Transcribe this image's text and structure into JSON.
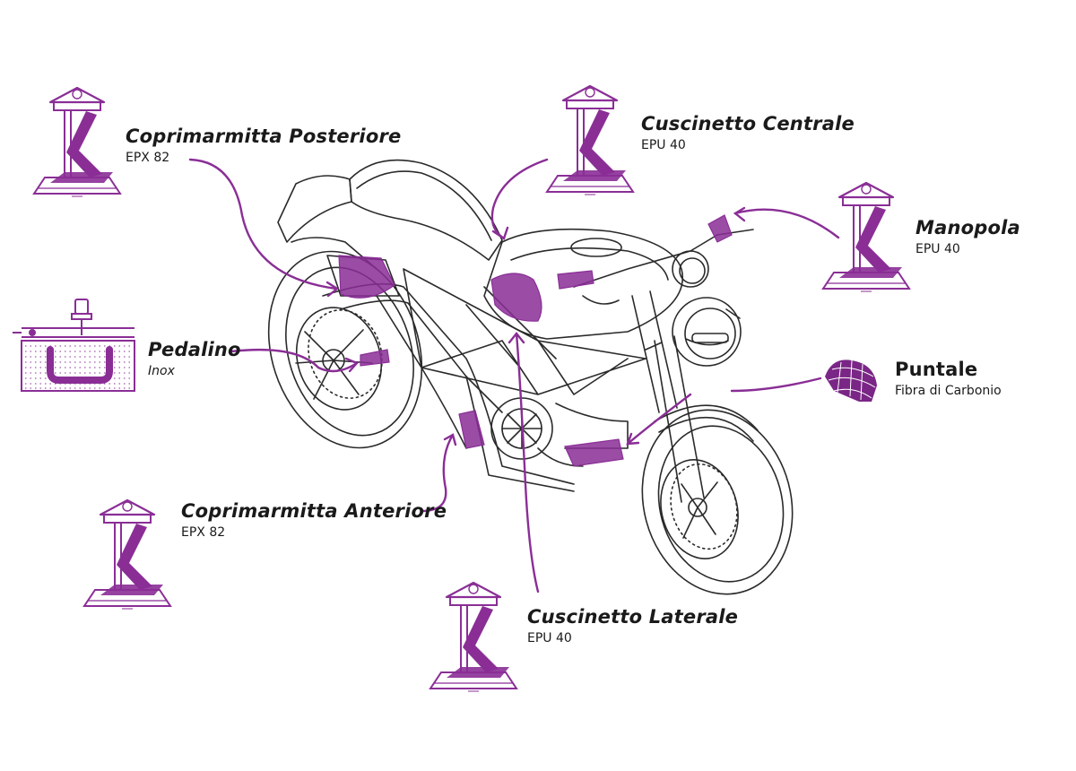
{
  "accent_color": "#8a2e96",
  "line_color": "#2a2a2a",
  "callouts": {
    "coprimarmitta_posteriore": {
      "title": "Coprimarmitta Posteriore",
      "material": "EPX 82",
      "icon": "printer-icon"
    },
    "cuscinetto_centrale": {
      "title": "Cuscinetto Centrale",
      "material": "EPU 40",
      "icon": "printer-icon"
    },
    "manopola": {
      "title": "Manopola",
      "material": "EPU 40",
      "icon": "printer-icon"
    },
    "pedalino": {
      "title": "Pedalino",
      "material": "Inox",
      "icon": "metal-printer-icon"
    },
    "puntale": {
      "title": "Puntale",
      "material": "Fibra di Carbonio",
      "icon": "carbon-shell-icon"
    },
    "coprimarmitta_anteriore": {
      "title": "Coprimarmitta Anteriore",
      "material": "EPX 82",
      "icon": "printer-icon"
    },
    "cuscinetto_laterale": {
      "title": "Cuscinetto Laterale",
      "material": "EPU 40",
      "icon": "printer-icon"
    }
  }
}
